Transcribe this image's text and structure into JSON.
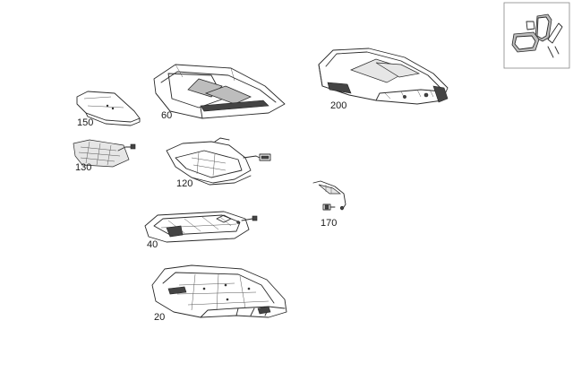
{
  "parts": [
    {
      "label": "60"
    },
    {
      "label": "200"
    },
    {
      "label": "150"
    },
    {
      "label": "130"
    },
    {
      "label": "120"
    },
    {
      "label": "170"
    },
    {
      "label": "40"
    },
    {
      "label": "20"
    }
  ]
}
